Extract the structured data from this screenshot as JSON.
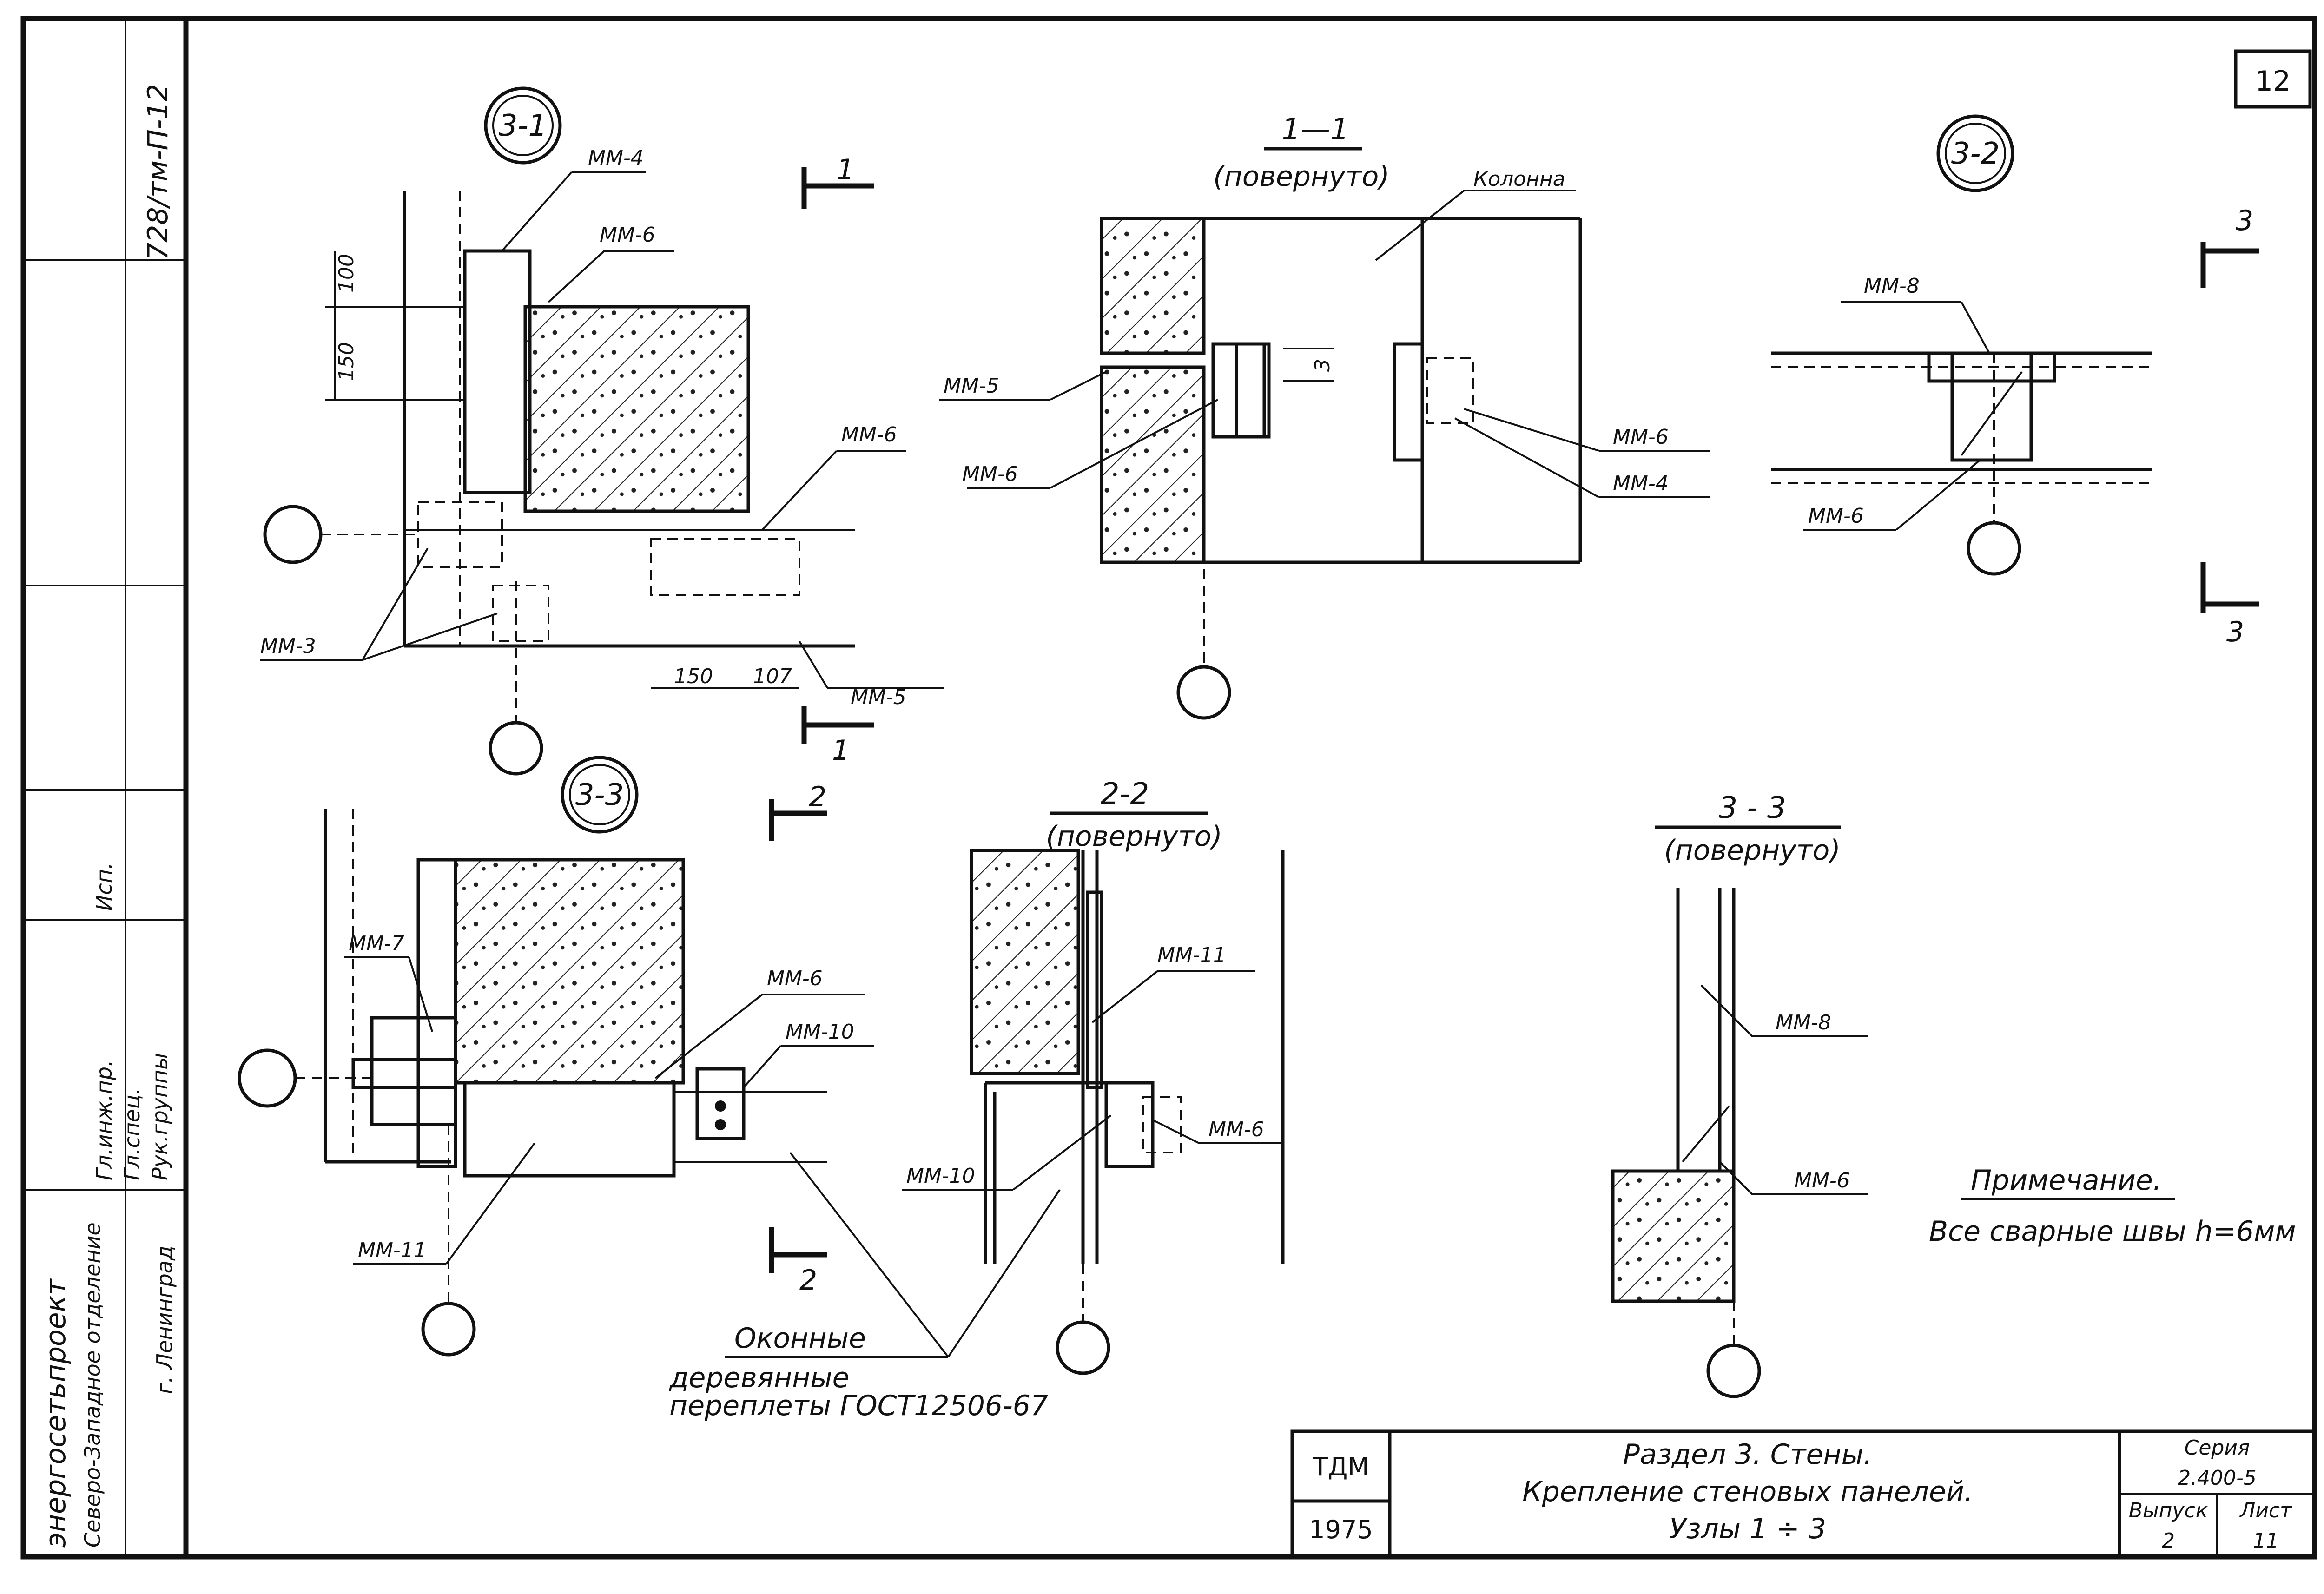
{
  "sheet": {
    "number": "12",
    "side_code": "728/тм-П-12",
    "side_org": "энергосетьпроект",
    "side_branch": "Северо-Западное отделение",
    "side_city": "г. Ленинград",
    "side_rows": [
      "Гл.инж.пр.",
      "Гл.спец.",
      "Рук.группы",
      "Исп."
    ]
  },
  "nodes": {
    "n1": "3-1",
    "n2": "3-2",
    "n3": "3-3"
  },
  "sections": {
    "s11_title": "1—1",
    "s11_sub": "(повернуто)",
    "s22_title": "2-2",
    "s22_sub": "(повернуто)",
    "s33_title": "3 - 3",
    "s33_sub": "(повернуто)",
    "column": "Колонна",
    "cut1": "1",
    "cut2": "2",
    "cut3": "3"
  },
  "labels": {
    "mm3": "ММ-3",
    "mm4": "ММ-4",
    "mm5": "ММ-5",
    "mm6": "ММ-6",
    "mm7": "ММ-7",
    "mm8": "ММ-8",
    "mm10": "ММ-10",
    "mm11": "ММ-11"
  },
  "dims": {
    "d150": "150",
    "d100": "100",
    "d107": "107",
    "d3": "3"
  },
  "window_note": {
    "line1": "Оконные",
    "line2": "деревянные",
    "line3": "переплеты ГОСТ12506-67"
  },
  "note": {
    "title": "Примечание.",
    "text": "Все сварные швы h=6мм"
  },
  "title_block": {
    "org": "ТДМ",
    "year": "1975",
    "line1": "Раздел 3. Стены.",
    "line2": "Крепление стеновых панелей.",
    "line3": "Узлы 1 ÷ 3",
    "series_label": "Серия",
    "series": "2.400-5",
    "issue_label": "Выпуск",
    "issue": "2",
    "sheet_label": "Лист",
    "sheet_no": "11"
  }
}
